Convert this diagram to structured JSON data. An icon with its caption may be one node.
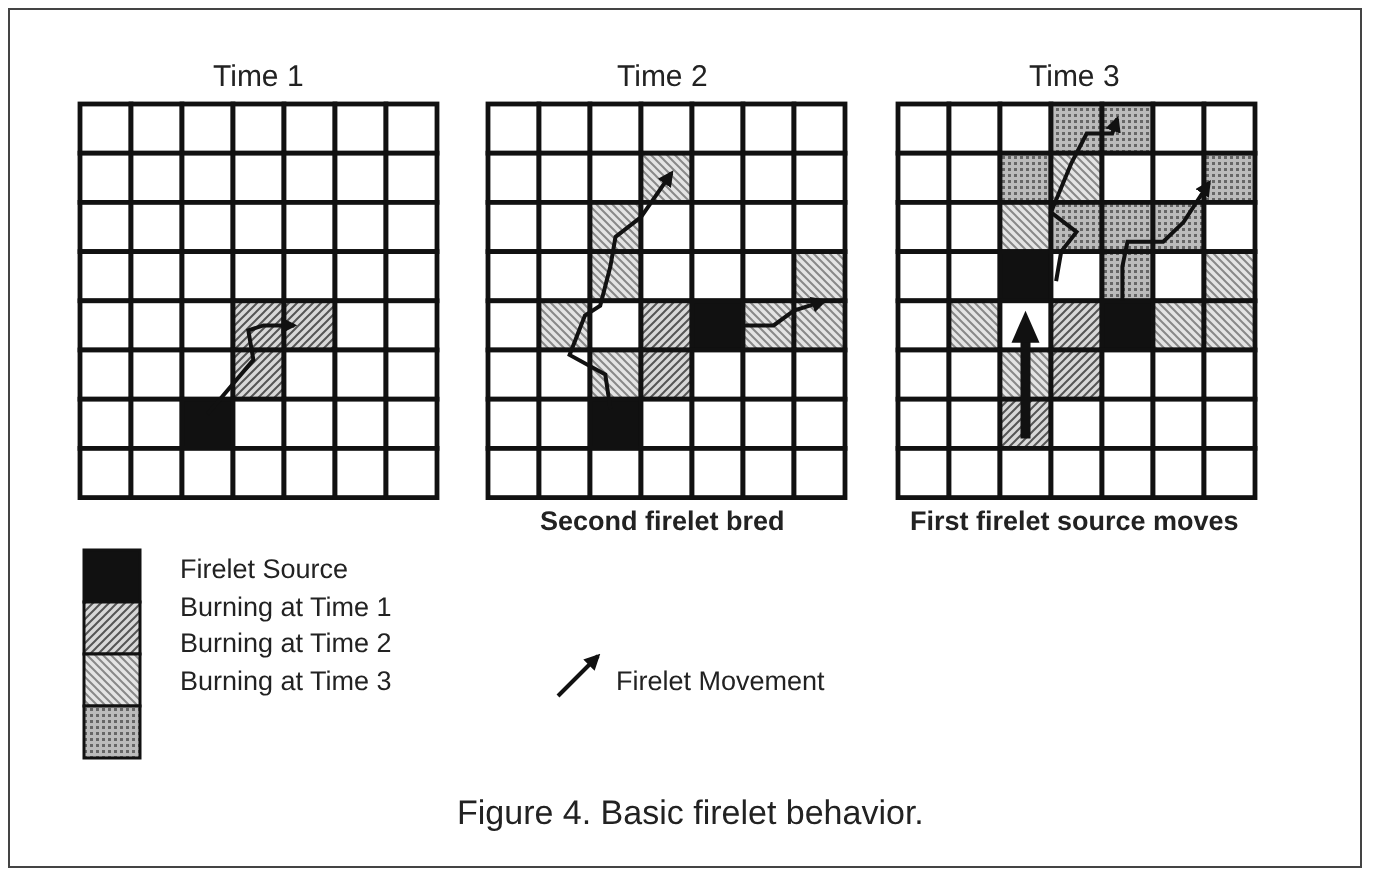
{
  "diagram": {
    "caption": "Figure 4. Basic firelet behavior.",
    "labels": [
      "Time 1",
      "Time 2",
      "Time 3",
      "Second firelet bred",
      "First firelet source moves"
    ],
    "legend": [
      {
        "text": "Firelet Source"
      },
      {
        "text": "Burning at Time 1"
      },
      {
        "text": "Burning at Time 2"
      },
      {
        "text": "Burning at Time 3"
      },
      {
        "text": "Firelet Movement"
      }
    ]
  }
}
